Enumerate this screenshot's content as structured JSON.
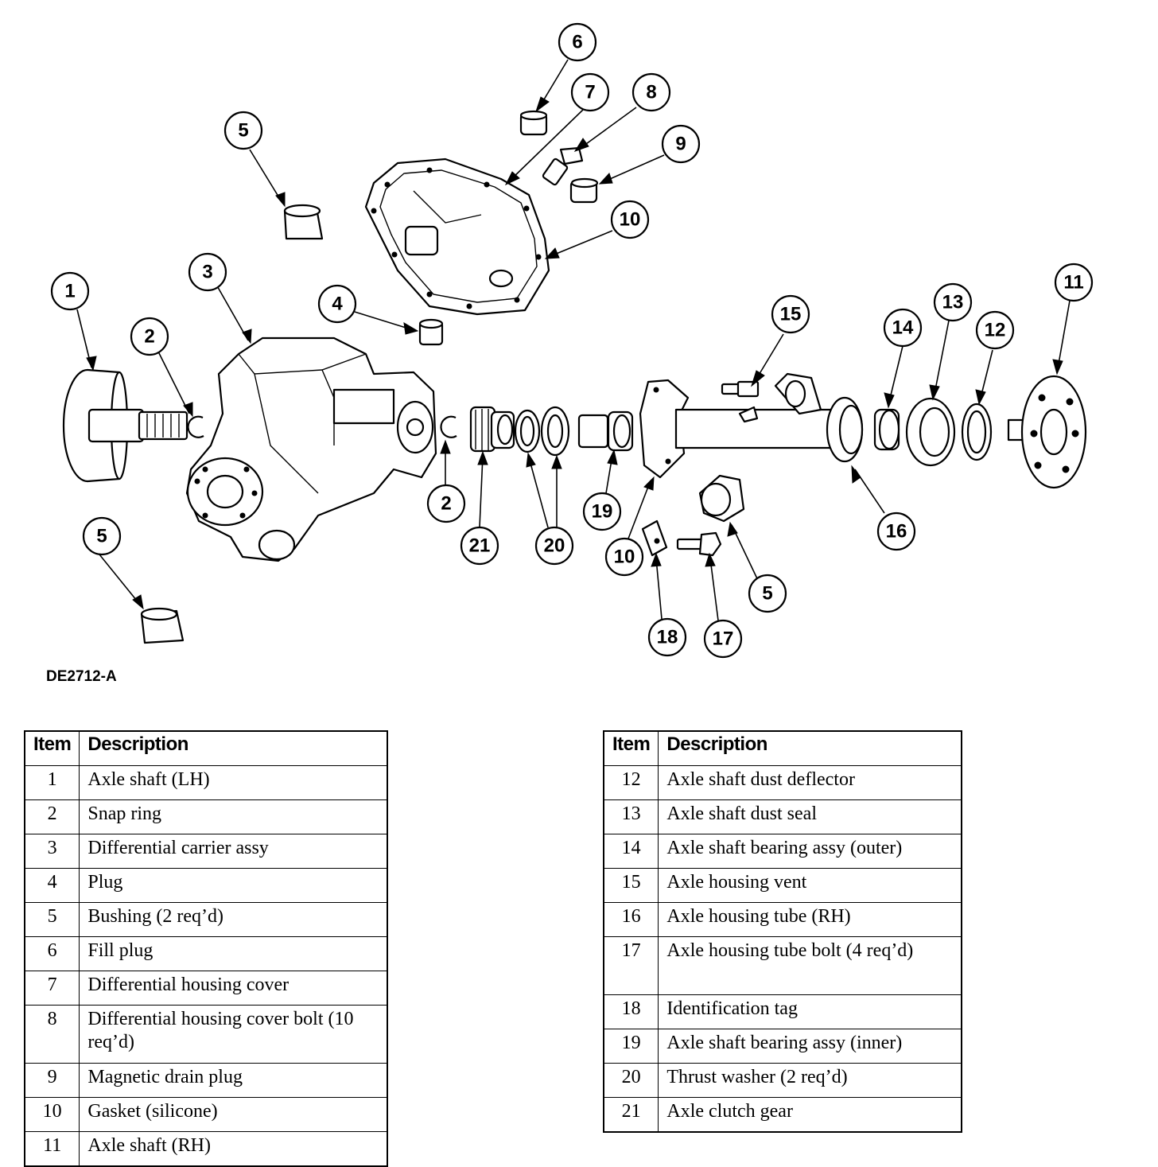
{
  "figure_code": "DE2712-A",
  "callouts": [
    "1",
    "2",
    "3",
    "4",
    "5",
    "6",
    "7",
    "8",
    "9",
    "10",
    "11",
    "12",
    "13",
    "14",
    "15",
    "16",
    "17",
    "18",
    "19",
    "20",
    "21"
  ],
  "tables": {
    "left": {
      "header": {
        "item": "Item",
        "description": "Description"
      },
      "rows": [
        {
          "item": "1",
          "description": "Axle shaft (LH)"
        },
        {
          "item": "2",
          "description": "Snap ring"
        },
        {
          "item": "3",
          "description": "Differential carrier assy"
        },
        {
          "item": "4",
          "description": "Plug"
        },
        {
          "item": "5",
          "description": "Bushing (2 req’d)"
        },
        {
          "item": "6",
          "description": "Fill plug"
        },
        {
          "item": "7",
          "description": "Differential housing cover"
        },
        {
          "item": "8",
          "description": "Differential housing cover bolt (10 req’d)"
        },
        {
          "item": "9",
          "description": "Magnetic drain plug"
        },
        {
          "item": "10",
          "description": "Gasket (silicone)"
        },
        {
          "item": "11",
          "description": "Axle shaft (RH)"
        }
      ]
    },
    "right": {
      "header": {
        "item": "Item",
        "description": "Description"
      },
      "rows": [
        {
          "item": "12",
          "description": "Axle shaft dust deflector"
        },
        {
          "item": "13",
          "description": "Axle shaft dust seal"
        },
        {
          "item": "14",
          "description": "Axle shaft bearing assy (outer)"
        },
        {
          "item": "15",
          "description": "Axle housing vent"
        },
        {
          "item": "16",
          "description": "Axle housing tube (RH)"
        },
        {
          "item": "17",
          "description": "Axle housing tube bolt (4 req’d)"
        },
        {
          "item": "18",
          "description": "Identification tag"
        },
        {
          "item": "19",
          "description": "Axle shaft bearing assy (inner)"
        },
        {
          "item": "20",
          "description": "Thrust washer (2 req’d)"
        },
        {
          "item": "21",
          "description": "Axle clutch gear"
        }
      ]
    }
  }
}
